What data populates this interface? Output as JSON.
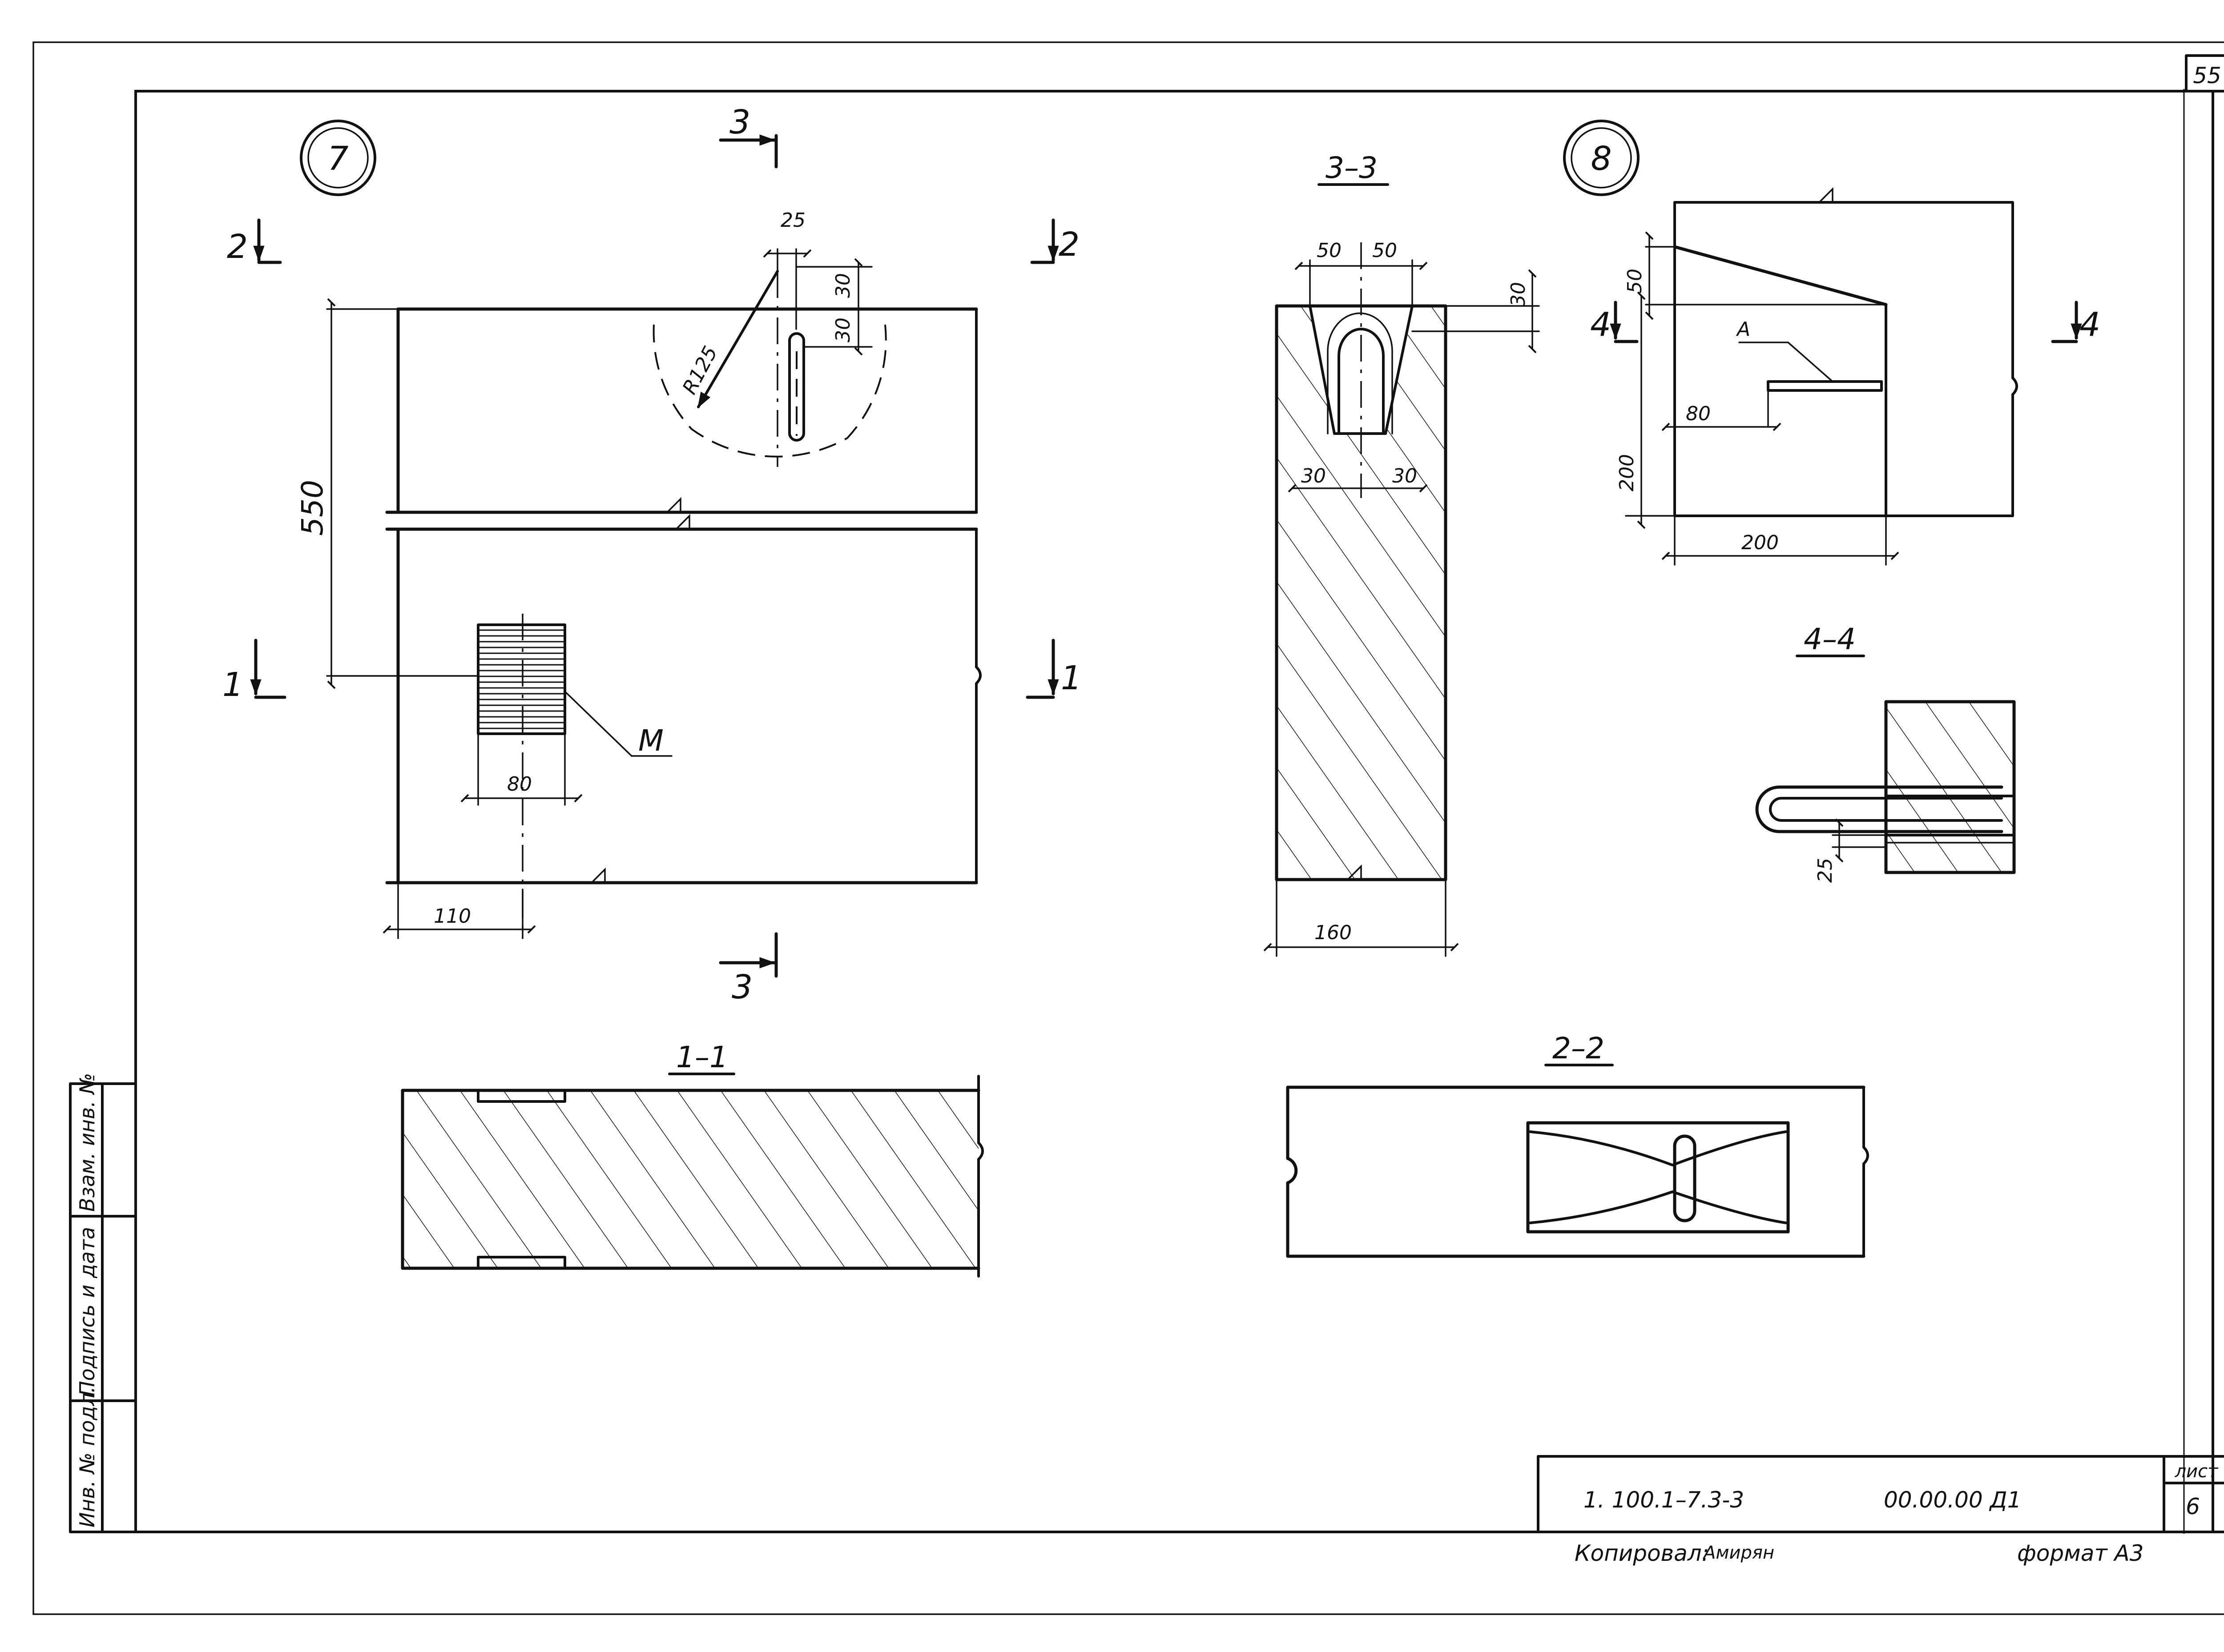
{
  "sheet": {
    "page_number": "55",
    "sheet_label": "лист",
    "sheet_number": "6",
    "doc_code": "1. 100.1–7.3-3",
    "doc_number": "00.00.00 Д1",
    "copied_by": "Копировал:",
    "copier_signature": "Амирян",
    "format": "формат А3"
  },
  "side_stamp": {
    "field_1": "Взам. инв. №",
    "field_2": "Подпись и дата",
    "field_3": "Инв. № подл."
  },
  "detail_7": {
    "number": "7",
    "dims": {
      "top": "25",
      "v1": "30",
      "v2": "30",
      "radius": "R125",
      "height": "550",
      "width": "80",
      "offset": "110"
    },
    "leader_m": "М",
    "section_marks": {
      "s1": "1",
      "s2": "2",
      "s3": "3"
    }
  },
  "section_3_3": {
    "title": "3–3",
    "dims": {
      "d50a": "50",
      "d50b": "50",
      "d30top": "30",
      "d30a": "30",
      "d30b": "30",
      "width": "160"
    }
  },
  "detail_8": {
    "number": "8",
    "dims": {
      "d50": "50",
      "d200v": "200",
      "d80": "80",
      "d200h": "200"
    },
    "leader_a": "А",
    "section_mark": "4"
  },
  "section_4_4": {
    "title": "4–4",
    "dims": {
      "d25": "25"
    }
  },
  "section_1_1": {
    "title": "1–1"
  },
  "section_2_2": {
    "title": "2–2"
  }
}
